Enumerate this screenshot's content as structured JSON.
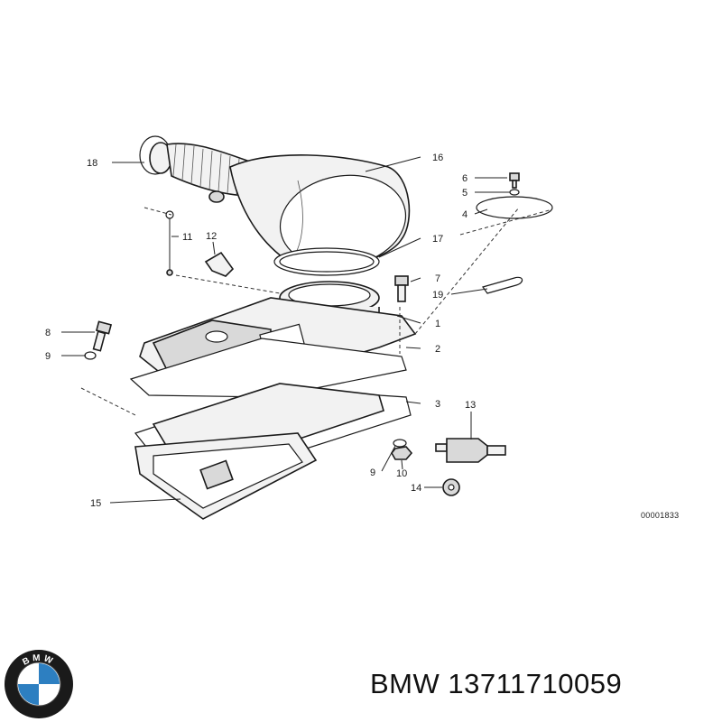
{
  "diagram": {
    "callouts": {
      "c1": "1",
      "c2": "2",
      "c3": "3",
      "c4": "4",
      "c5": "5",
      "c6": "6",
      "c7": "7",
      "c8": "8",
      "c9a": "9",
      "c9b": "9",
      "c10": "10",
      "c11": "11",
      "c12": "12",
      "c13": "13",
      "c14": "14",
      "c15": "15",
      "c16": "16",
      "c17": "17",
      "c18": "18",
      "c19": "19"
    },
    "reference_number": "00001833"
  },
  "logo": {
    "letters": "BMW",
    "colors": {
      "ring": "#1a1a1a",
      "blue": "#2d7fc1",
      "white": "#ffffff"
    }
  },
  "caption": {
    "brand": "BMW",
    "part_number": "13711710059"
  }
}
